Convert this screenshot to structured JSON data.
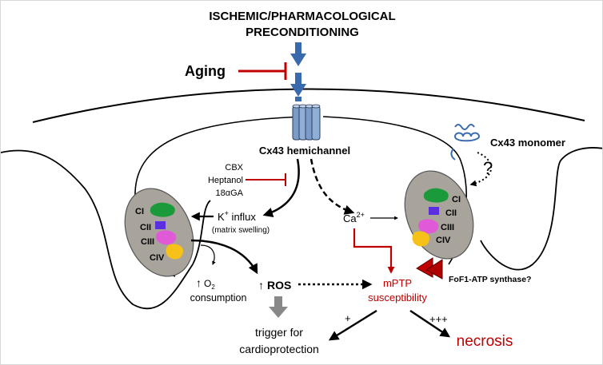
{
  "title": {
    "line1": "ISCHEMIC/PHARMACOLOGICAL",
    "line2": "PRECONDITIONING"
  },
  "aging": "Aging",
  "channel": "Cx43 hemichannel",
  "monomer": "Cx43 monomer",
  "question": "?",
  "inhibitors": [
    "CBX",
    "Heptanol",
    "18αGA"
  ],
  "complexes_left": [
    "CI",
    "CII",
    "CIII",
    "CIV"
  ],
  "complexes_right": [
    "CI",
    "CII",
    "CIII",
    "CIV"
  ],
  "k_influx": {
    "prefix": "K",
    "sup": "+",
    "suffix": " influx",
    "note": "(matrix swelling)"
  },
  "calcium": {
    "base": "Ca",
    "sup": "2+"
  },
  "o2": {
    "arrow": "↑",
    "base": "O",
    "sub": "2",
    "word": "consumption"
  },
  "ros": {
    "arrow": "↑",
    "label": "ROS"
  },
  "mptp": {
    "line1": "mPTP",
    "line2": "susceptibility"
  },
  "fof1": "FoF1-ATP synthase?",
  "trigger": {
    "line1": "trigger for",
    "line2": "cardioprotection"
  },
  "plus": "+",
  "plus3": "+++",
  "necrosis": "necrosis",
  "colors": {
    "arrow_blue": "#3a6aae",
    "inhibit_red": "#c00000",
    "mito_gray": "#a8a39b",
    "ci": "#1a9a3a",
    "cii": "#5b2ee0",
    "ciii": "#e05ad8",
    "civ": "#f6c21a",
    "red_text": "#c00000"
  }
}
